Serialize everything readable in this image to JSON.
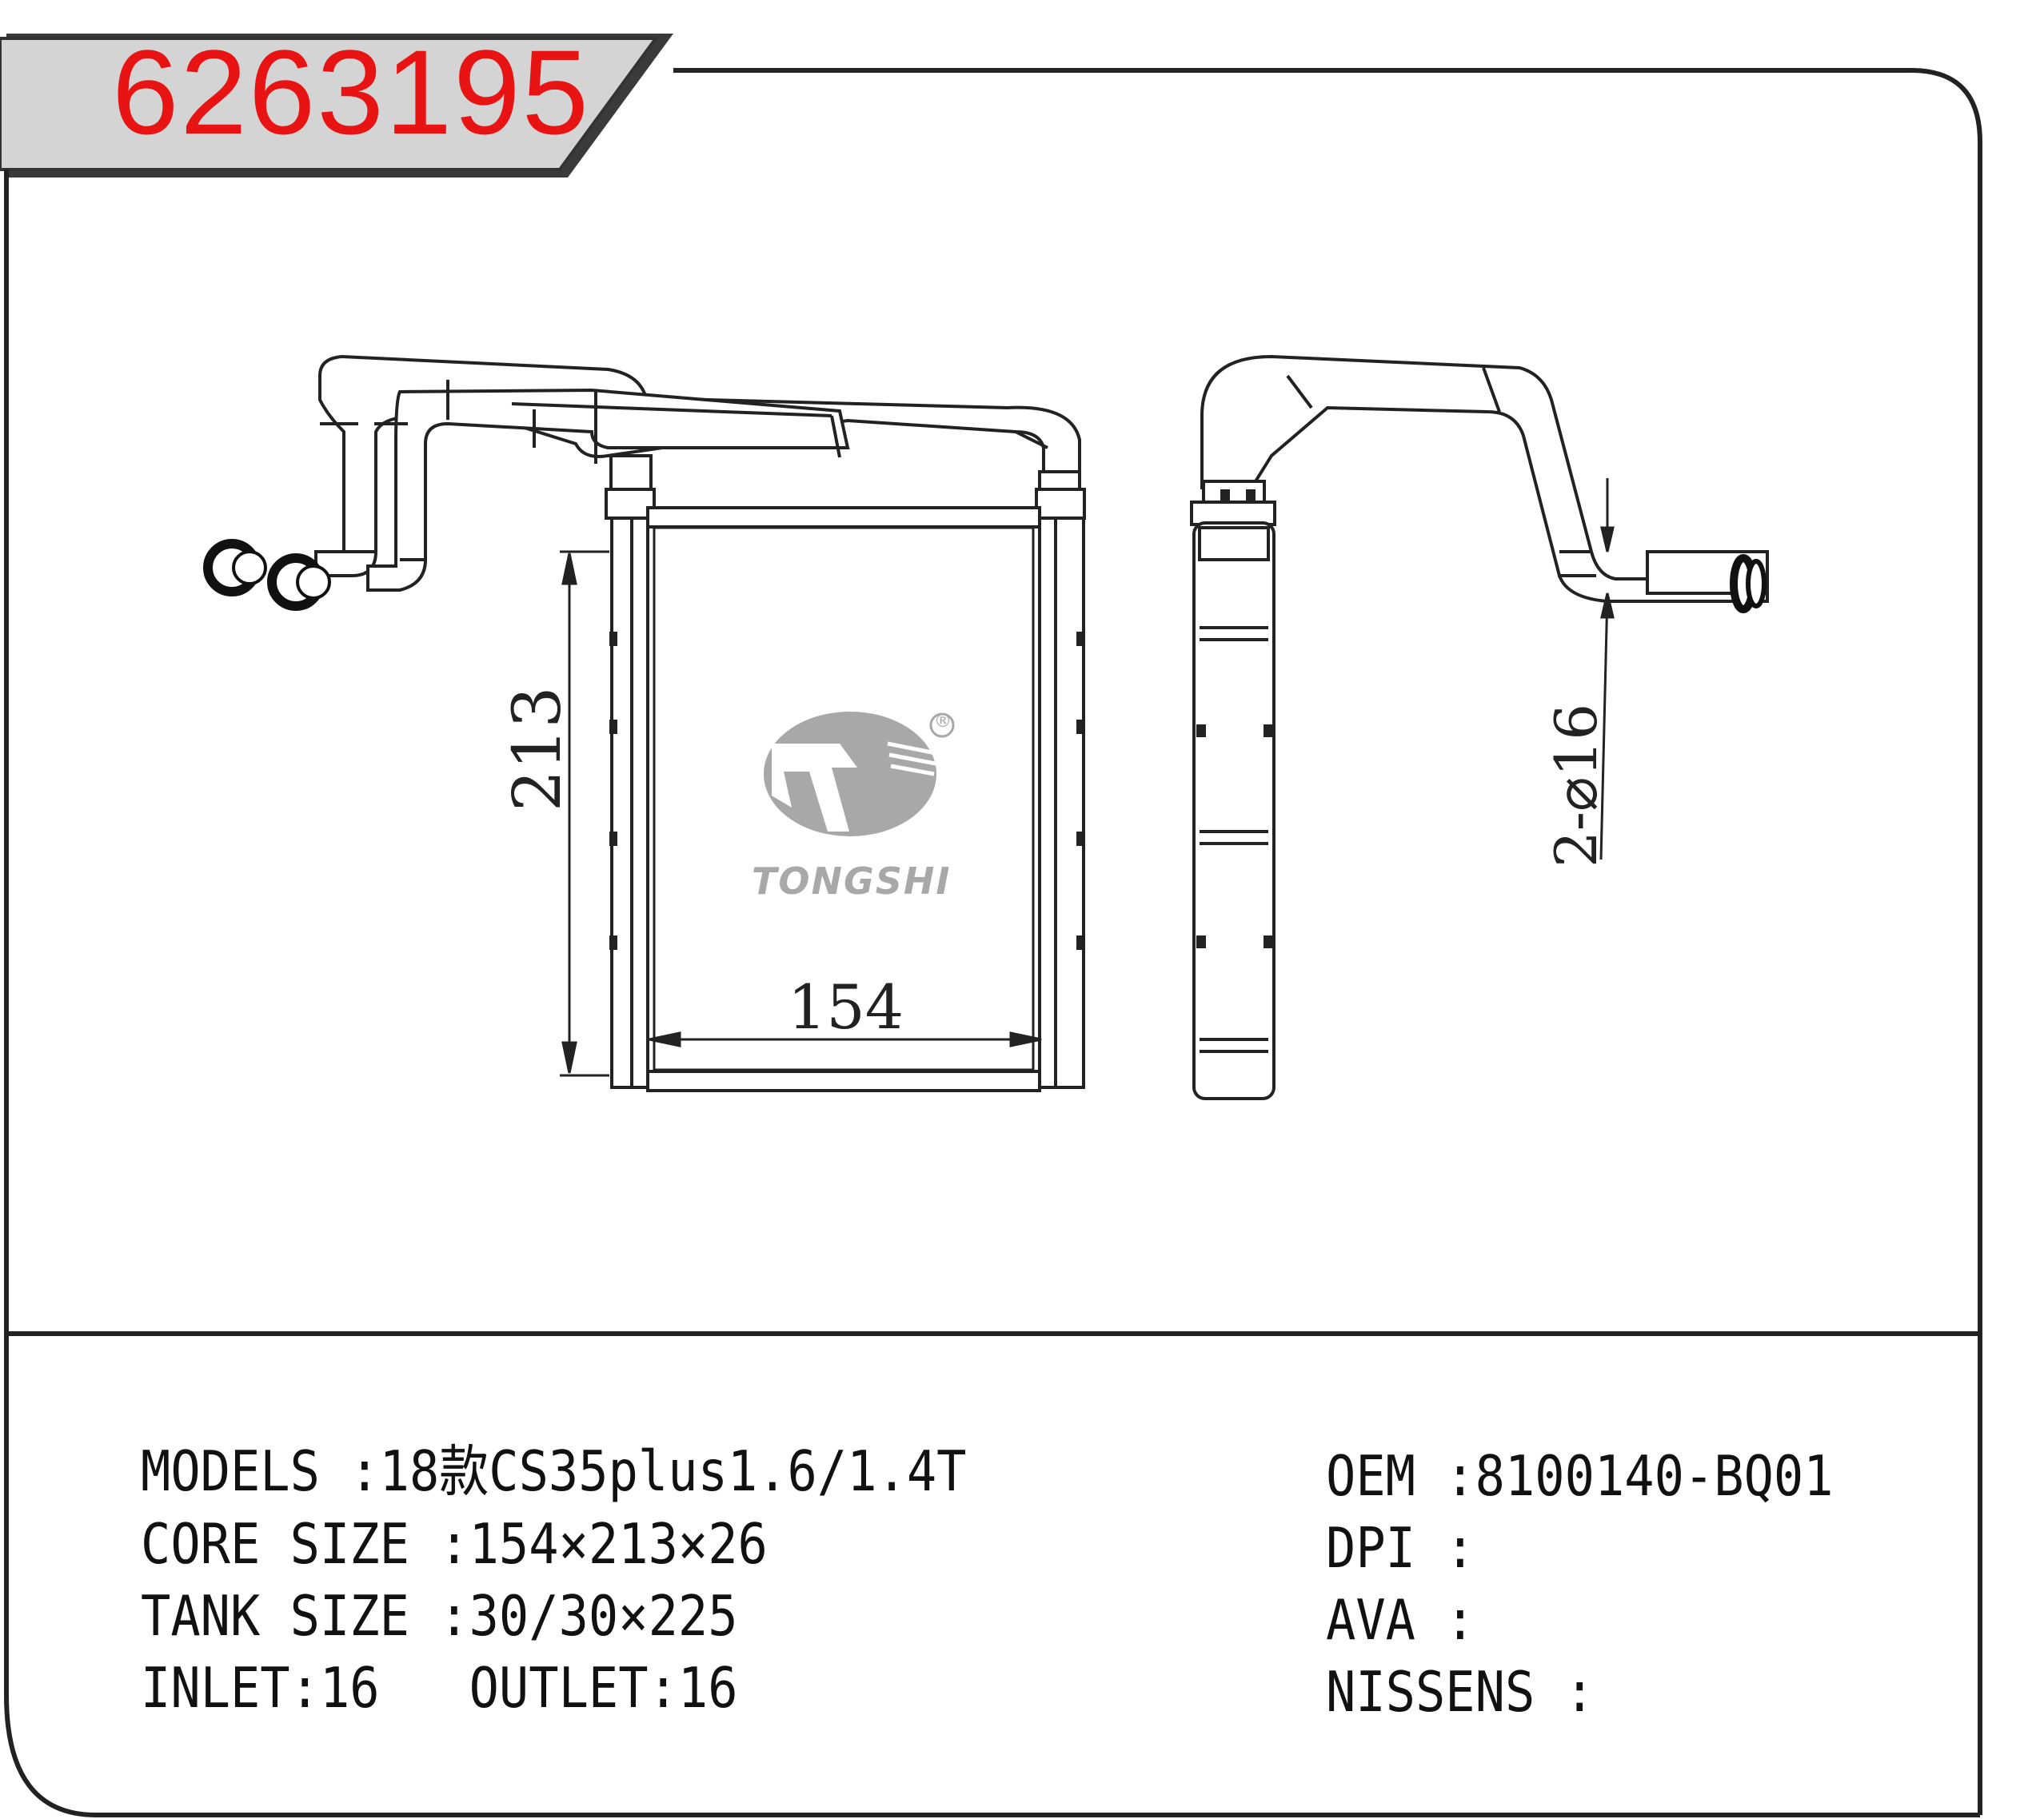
{
  "part_number": "6263195",
  "brand": "TONGSHI",
  "registered_mark": "®",
  "dimensions": {
    "height": "213",
    "width": "154",
    "pipes": "2-⌀16"
  },
  "specs_left": [
    {
      "label": "MODELS",
      "sep": " :",
      "value": "18款CS35plus1.6/1.4T"
    },
    {
      "label": "CORE SIZE",
      "sep": " :",
      "value": "154×213×26"
    },
    {
      "label": "TANK SIZE",
      "sep": " :",
      "value": "30/30×225"
    }
  ],
  "inlet": {
    "label": "INLET",
    "value": "16"
  },
  "outlet": {
    "label": "OUTLET",
    "value": "16"
  },
  "specs_right": [
    {
      "label": "OEM",
      "sep": " :",
      "value": "8100140-BQ01"
    },
    {
      "label": "DPI",
      "sep": " :",
      "value": ""
    },
    {
      "label": "AVA",
      "sep": " :",
      "value": ""
    },
    {
      "label": "NISSENS",
      "sep": " :",
      "value": ""
    }
  ],
  "colors": {
    "accent": "#e81414",
    "badge": "#4a4a4a",
    "logo": "#a8a8a8"
  }
}
